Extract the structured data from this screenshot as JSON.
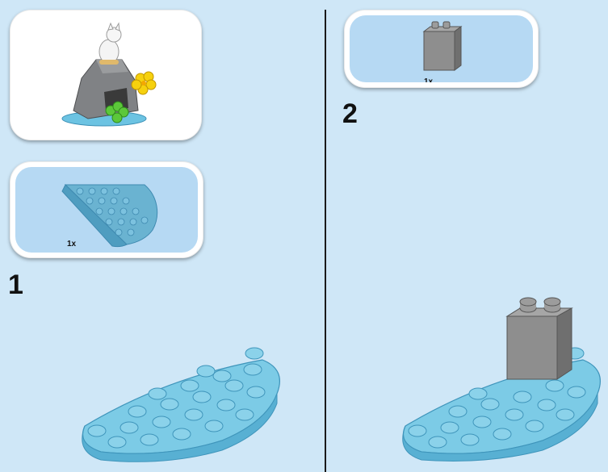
{
  "left_page": {
    "step_number": "1",
    "parts_list": [
      {
        "part": "quarter-round-plate-light-blue",
        "quantity": "1x"
      }
    ]
  },
  "right_page": {
    "step_number": "2",
    "parts_list": [
      {
        "part": "1x2x2-brick-gray",
        "quantity": "1x"
      }
    ]
  },
  "colors": {
    "background": "#cfe7f7",
    "callout_blue": "#b6d9f3",
    "plate_blue": "#7ccbe6",
    "brick_gray": "#8e8e8e"
  }
}
